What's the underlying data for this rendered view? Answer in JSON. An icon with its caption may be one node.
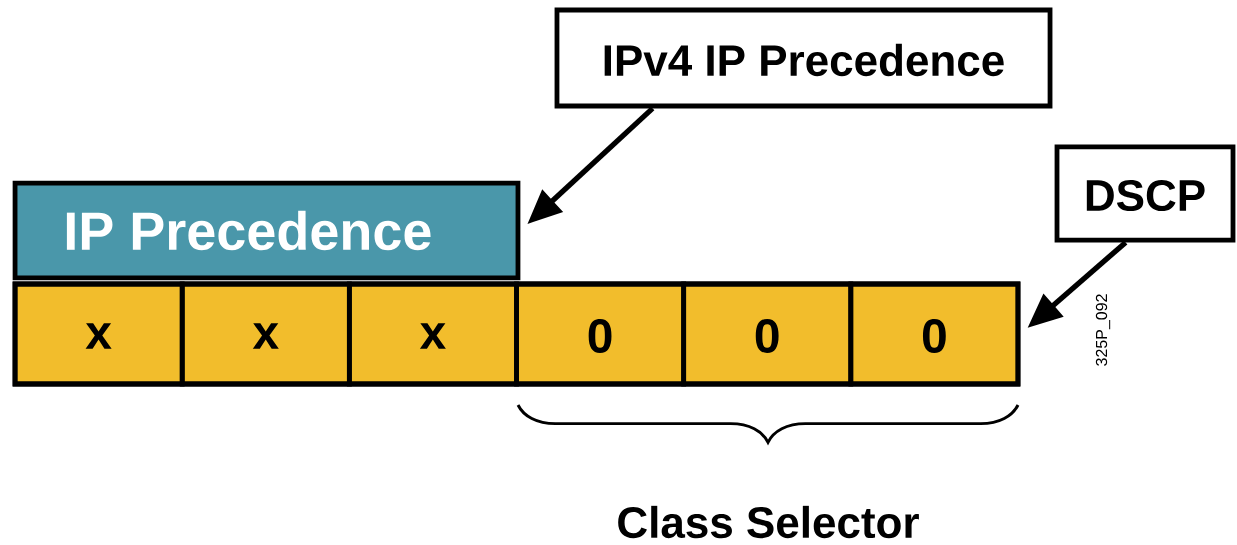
{
  "diagram": {
    "nodes": [
      {
        "text": [
          "IPv4 IP Precedence"
        ]
      },
      {
        "text": [
          "DSCP"
        ]
      },
      {
        "text": [
          "IP Precedence"
        ]
      },
      {
        "text": [],
        "shape": "bar"
      },
      {
        "text": [
          "x"
        ],
        "in": 3
      },
      {
        "text": [
          "x"
        ],
        "in": 3
      },
      {
        "text": [
          "x"
        ],
        "in": 3
      },
      {
        "text": [
          "0"
        ],
        "in": 3
      },
      {
        "text": [
          "0"
        ],
        "in": 3
      },
      {
        "text": [
          "0"
        ],
        "in": 3
      }
    ],
    "edges": [
      {
        "from": 0,
        "to": 2,
        "arrow": "to"
      },
      {
        "from": 1,
        "to": 3,
        "arrow": "to"
      }
    ],
    "labels": [
      "Class Selector",
      "325P_092"
    ]
  }
}
